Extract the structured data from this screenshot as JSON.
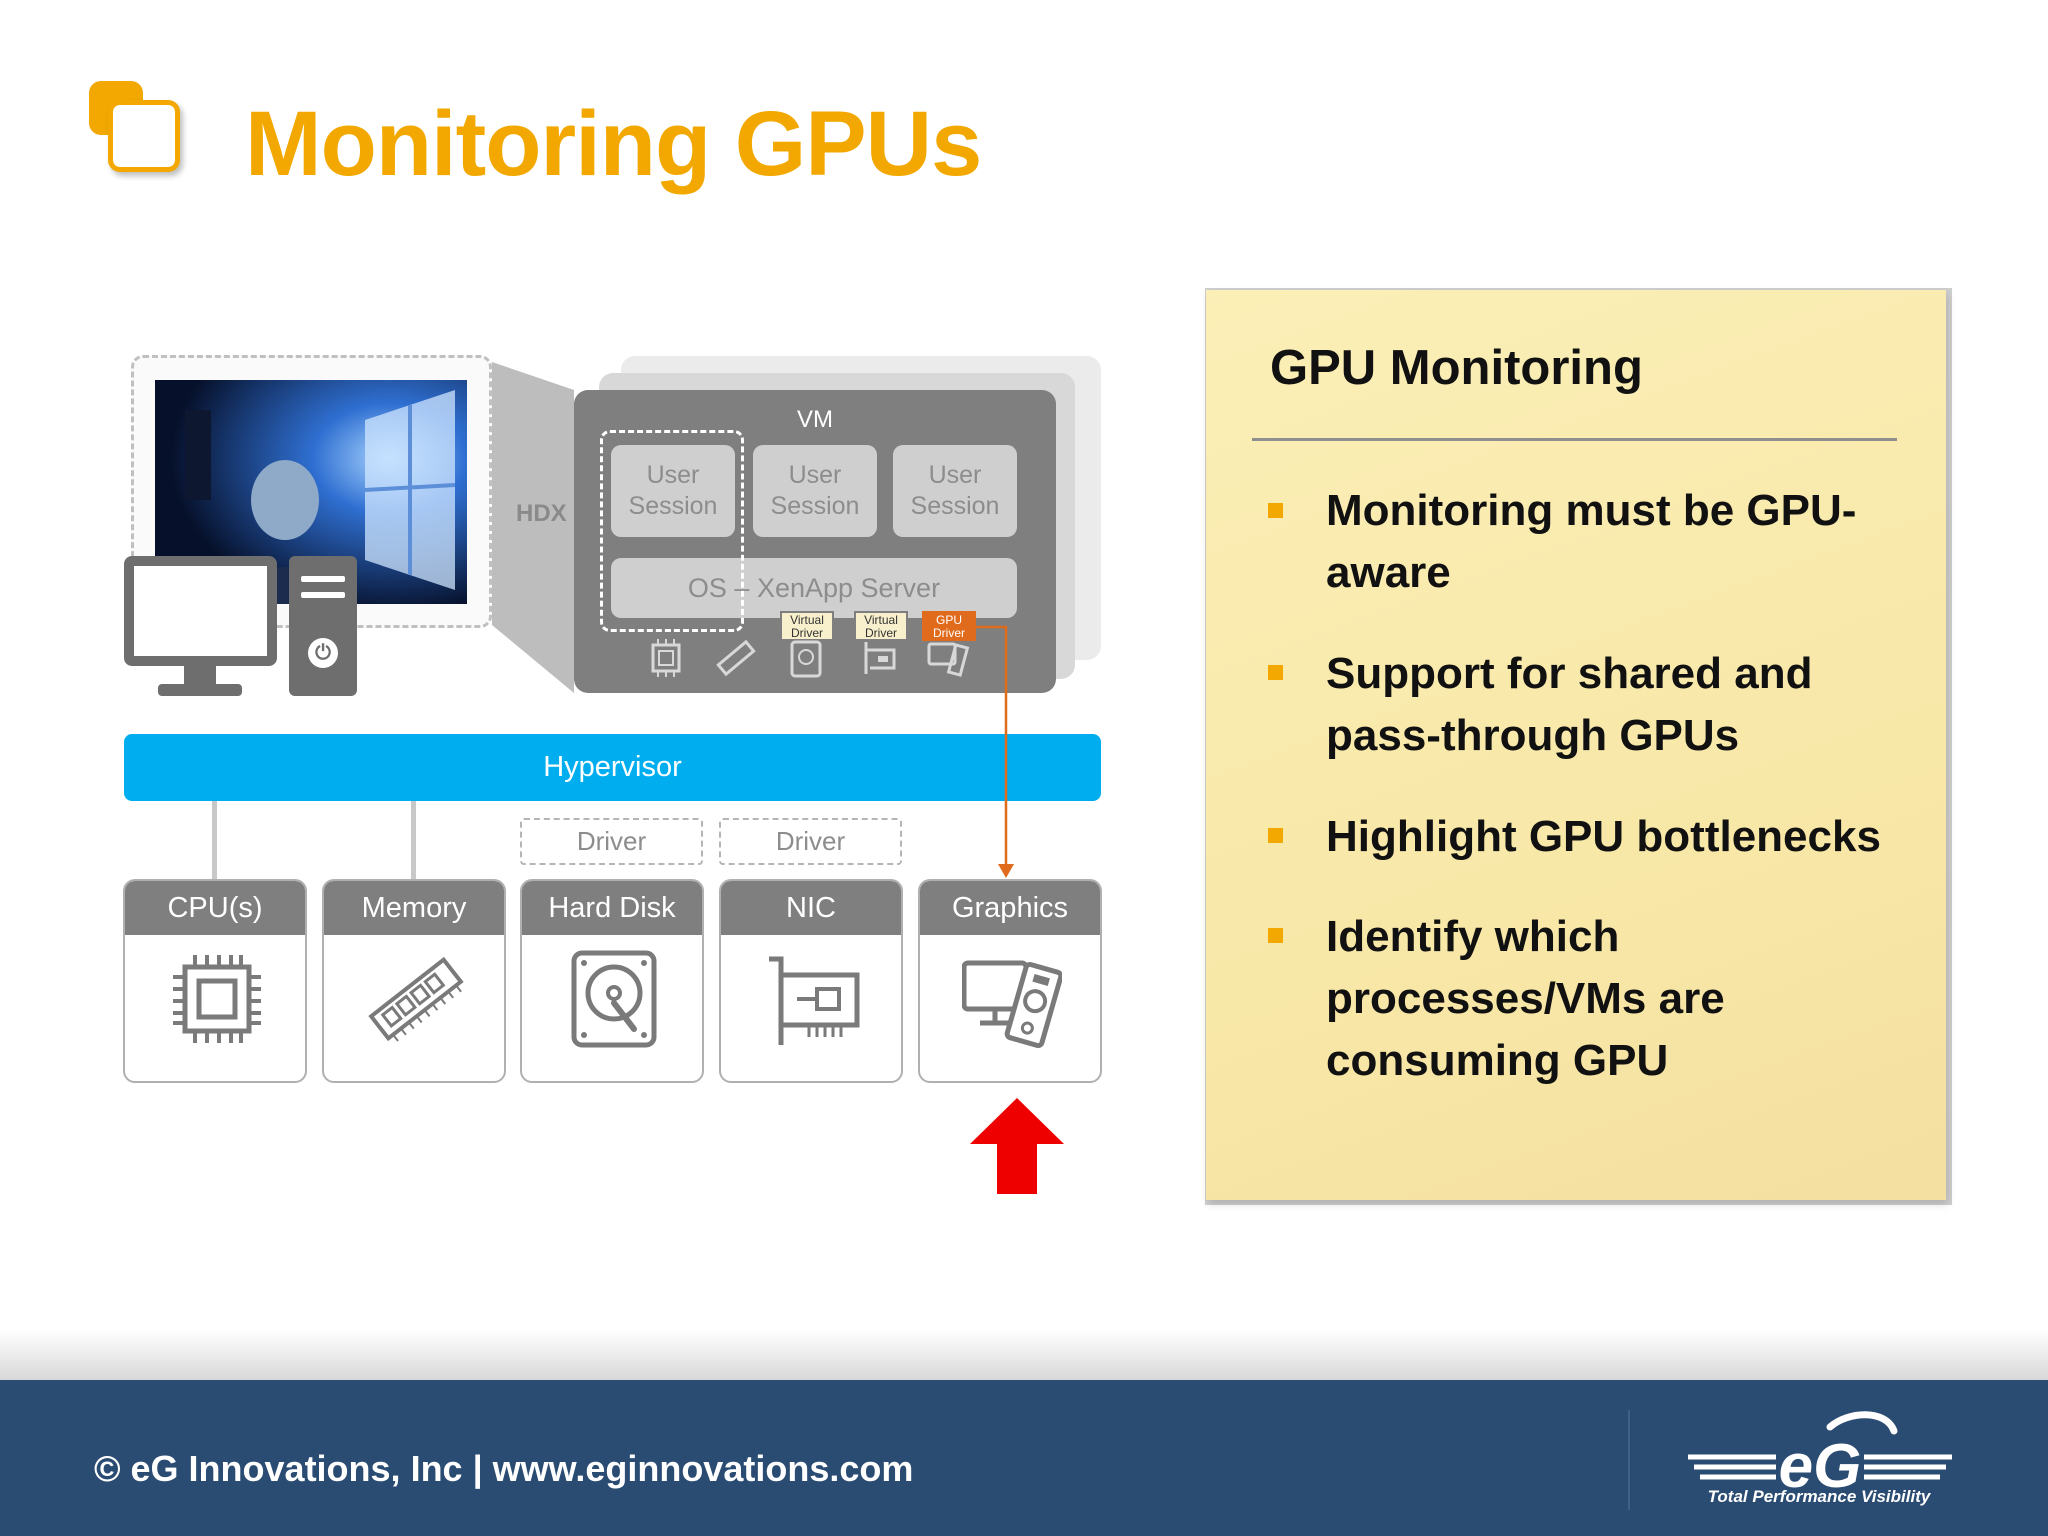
{
  "title": "Monitoring GPUs",
  "diagram": {
    "hdx_label": "HDX",
    "vm_label": "VM",
    "sessions": [
      "User Session",
      "User Session",
      "User Session"
    ],
    "os_label": "OS – XenApp Server",
    "vm_drivers": [
      {
        "line1": "Virtual",
        "line2": "Driver"
      },
      {
        "line1": "Virtual",
        "line2": "Driver"
      },
      {
        "line1": "GPU",
        "line2": "Driver"
      }
    ],
    "hypervisor_label": "Hypervisor",
    "driver_boxes": [
      "Driver",
      "Driver"
    ],
    "hardware": [
      "CPU(s)",
      "Memory",
      "Hard Disk",
      "NIC",
      "Graphics"
    ],
    "colors": {
      "hypervisor": "#00aeef",
      "gpu_driver": "#e06b1c",
      "arrow": "#ee0000",
      "vm": "#7f7f7f"
    }
  },
  "note": {
    "title": "GPU Monitoring",
    "bullets": [
      "Monitoring must be GPU-aware",
      "Support for shared and pass-through GPUs",
      "Highlight GPU bottlenecks",
      "Identify which processes/VMs are consuming GPU"
    ],
    "colors": {
      "background": "#fbefb7",
      "bullet": "#f2a800"
    }
  },
  "footer": {
    "text": "© eG Innovations, Inc  |  www.eginnovations.com",
    "logo_text": "eG",
    "tagline": "Total Performance Visibility",
    "colors": {
      "background": "#2a4b72"
    }
  },
  "accent_color": "#f2a800"
}
